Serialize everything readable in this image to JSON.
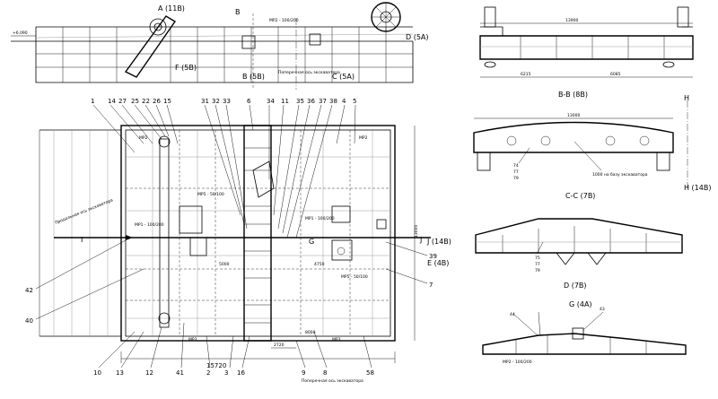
{
  "plan": {
    "callouts_top": [
      "1",
      "14",
      "27",
      "25",
      "22",
      "26",
      "15",
      "31",
      "32",
      "33",
      "6",
      "34",
      "11",
      "35",
      "36",
      "37",
      "38",
      "4",
      "5"
    ],
    "callouts_left": [
      "42",
      "40"
    ],
    "callouts_right": [
      "39",
      "7"
    ],
    "callouts_bottom": [
      "10",
      "13",
      "12",
      "41",
      "2",
      "3",
      "16",
      "9",
      "8",
      "58"
    ],
    "label_axis_excavator": "Продольная ось экскаватора",
    "label_axis_transverse": "Поперечная ось экскаватора",
    "section_i": "I",
    "section_j": "J",
    "section_j_ref": "J (14B)",
    "section_e": "E (4B)",
    "section_g": "G",
    "dim_overall": "15720",
    "dim_right": "13000",
    "dim_a": "2720",
    "dim_b": "8000",
    "dim_c": "5000",
    "dim_d": "4750",
    "mp1": "МР1 - 100/200",
    "mp2": "МР2",
    "mp3": "МР3",
    "mp5": "МР5 - 50/100",
    "mp5b": "МР5 - 50/100"
  },
  "top_elevation": {
    "label_a": "A (11B)",
    "label_b": "B",
    "label_b_ref": "B (5B)",
    "label_c": "C (5A)",
    "label_d": "D (5A)",
    "label_f": "F (5B)",
    "mp2": "МР2 - 100/200",
    "note": "Поперечная ось экскаватора"
  },
  "right_top": {
    "dim_main": "13900",
    "dim_half": "6215",
    "dim_half2": "6085"
  },
  "section_bb": {
    "title": "B-B (8B)",
    "dim": "13000",
    "note": "1000 на базу экскаватора",
    "callouts": [
      "74",
      "77",
      "79"
    ],
    "h_label": "H",
    "h_ref": "H (14B)"
  },
  "section_cc": {
    "title": "C-C (7B)",
    "callouts": [
      "75",
      "77",
      "79"
    ]
  },
  "section_d": {
    "title": "D (7B)",
    "g_ref": "G (4A)",
    "callouts": [
      "44",
      "43"
    ],
    "mp": "МР2 - 100/200"
  }
}
